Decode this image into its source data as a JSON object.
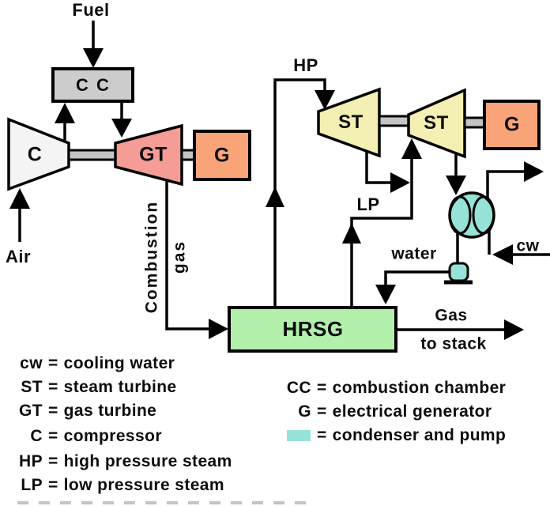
{
  "diagram": {
    "fuel_label": "Fuel",
    "air_label": "Air",
    "cc_label": "C C",
    "compressor_label": "C",
    "gas_turbine_label": "GT",
    "generator1_label": "G",
    "combustion_label": "Combustion",
    "gas_label": "gas",
    "hp_label": "HP",
    "st1_label": "ST",
    "st2_label": "ST",
    "generator2_label": "G",
    "lp_label": "LP",
    "water_label": "water",
    "cw_label": "cw",
    "hrsg_label": "HRSG",
    "gas_to_stack_line1": "Gas",
    "gas_to_stack_line2": "to stack"
  },
  "legend_left": [
    {
      "abbr": "cw",
      "eq": "=",
      "definition": "cooling water"
    },
    {
      "abbr": "ST",
      "eq": "=",
      "definition": "steam turbine"
    },
    {
      "abbr": "GT",
      "eq": "=",
      "definition": "gas turbine"
    },
    {
      "abbr": "C",
      "eq": "=",
      "definition": "compressor"
    },
    {
      "abbr": "HP",
      "eq": "=",
      "definition": "high pressure steam"
    },
    {
      "abbr": "LP",
      "eq": "=",
      "definition": "low pressure steam"
    }
  ],
  "legend_right": [
    {
      "abbr": "CC",
      "eq": "=",
      "definition": "combustion chamber"
    },
    {
      "abbr": "G",
      "eq": "=",
      "definition": "electrical generator"
    },
    {
      "abbr": "",
      "eq": "=",
      "definition": "condenser and pump"
    }
  ],
  "colors": {
    "combustion_chamber_fill": "#cccccc",
    "compressor_fill": "#f4f4f4",
    "gas_turbine_fill": "#f59c96",
    "generator_fill": "#f8a478",
    "steam_turbine_fill": "#f4efb2",
    "hrsg_fill": "#b2f0ac",
    "condenser_fill": "#97e2d8",
    "shaft_fill": "#c4c4c4",
    "line_color": "#000000"
  }
}
